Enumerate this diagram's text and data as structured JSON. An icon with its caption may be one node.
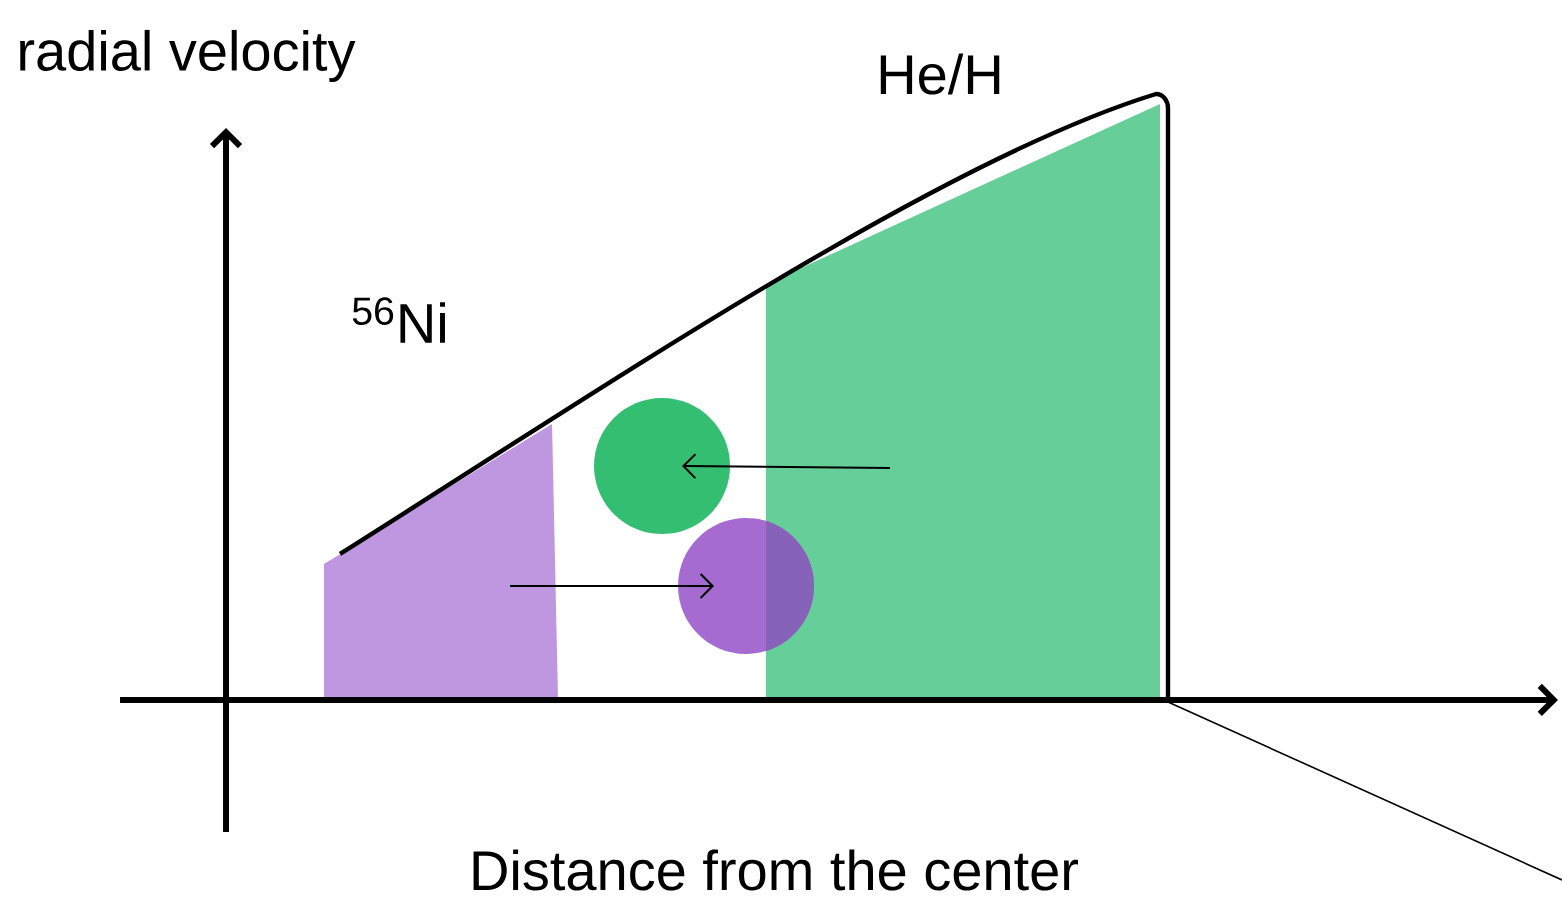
{
  "diagram": {
    "nodes": [
      {
        "text": [],
        "shape": "bar",
        "beside": [
          "$^{56}$Ni"
        ]
      },
      {
        "text": [],
        "shape": "circle"
      },
      {
        "text": [],
        "shape": "circle"
      },
      {
        "text": [],
        "shape": "bar",
        "beside": [
          "He/H"
        ]
      }
    ],
    "edges": [
      {
        "from": 3,
        "to": 1,
        "arrow": "to"
      },
      {
        "from": 0,
        "to": 2,
        "arrow": "to"
      }
    ],
    "labels": [
      "radial velocity",
      "Distance from the center"
    ]
  }
}
